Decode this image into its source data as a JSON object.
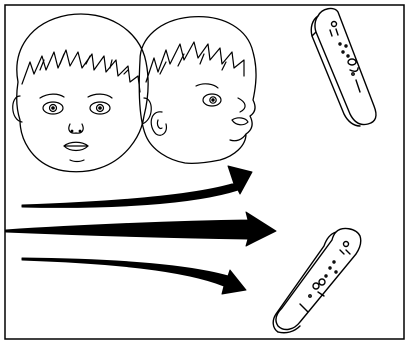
{
  "diagram": {
    "colors": {
      "ink": "#000000",
      "paper": "#ffffff"
    },
    "elements": [
      "infant-face-front",
      "infant-face-profile",
      "handheld-device-upper",
      "handheld-device-lower",
      "arrow-curved-up",
      "arrow-straight",
      "arrow-curved-down"
    ]
  }
}
